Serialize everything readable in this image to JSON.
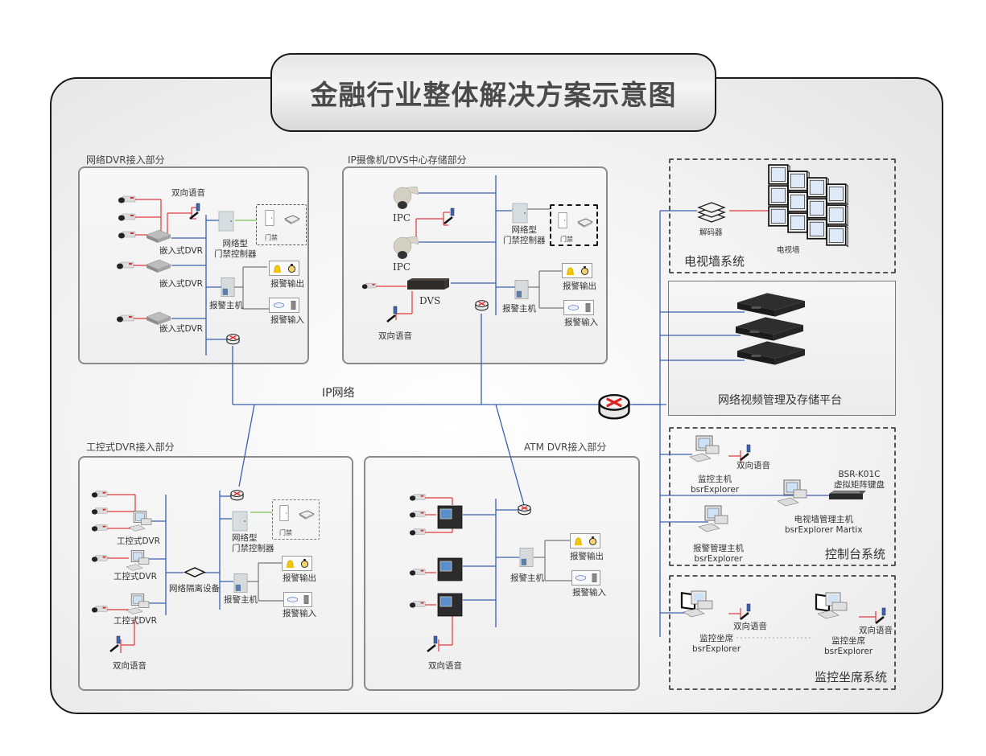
{
  "title": "金融行业整体解决方案示意图",
  "network_label": "IP网络",
  "sections": {
    "network_dvr": {
      "title": "网络DVR接入部分",
      "dvr_label": "嵌入式DVR",
      "intercom_label": "双向语音",
      "access_controller_line1": "网络型",
      "access_controller_line2": "门禁控制器",
      "door_label": "门禁",
      "alarm_host_label": "报警主机",
      "alarm_output_label": "报警输出",
      "alarm_input_label": "报警输入"
    },
    "ip_dvs": {
      "title": "IP摄像机/DVS中心存储部分",
      "ipc_label": "IPC",
      "dvs_label": "DVS",
      "intercom_label": "双向语音",
      "access_controller_line1": "网络型",
      "access_controller_line2": "门禁控制器",
      "door_label": "门禁",
      "alarm_host_label": "报警主机",
      "alarm_output_label": "报警输出",
      "alarm_input_label": "报警输入"
    },
    "industrial_dvr": {
      "title": "工控式DVR接入部分",
      "dvr_label": "工控式DVR",
      "isolation_label": "网络隔离设备",
      "intercom_label": "双向语音",
      "access_controller_line1": "网络型",
      "access_controller_line2": "门禁控制器",
      "door_label": "门禁",
      "alarm_host_label": "报警主机",
      "alarm_output_label": "报警输出",
      "alarm_input_label": "报警输入"
    },
    "atm_dvr": {
      "title": "ATM DVR接入部分",
      "intercom_label": "双向语音",
      "alarm_host_label": "报警主机",
      "alarm_output_label": "报警输出",
      "alarm_input_label": "报警输入"
    }
  },
  "right_column": {
    "tv_wall": {
      "title": "电视墙系统",
      "decoder_label": "解码器",
      "tv_wall_label": "电视墙"
    },
    "platform": {
      "title": "网络视频管理及存储平台"
    },
    "console": {
      "title": "控制台系统",
      "monitor_host_line1": "监控主机",
      "monitor_host_line2": "bsrExplorer",
      "intercom_label": "双向语音",
      "keyboard_line1": "BSR-K01C",
      "keyboard_line2": "虚拟矩阵键盘",
      "tvwall_host_line1": "电视墙管理主机",
      "tvwall_host_line2": "bsrExplorer Martix",
      "alarm_mgmt_line1": "报警管理主机",
      "alarm_mgmt_line2": "bsrExplorer"
    },
    "seats": {
      "title": "监控坐席系统",
      "seat_line1": "监控坐席",
      "seat_line2": "bsrExplorer",
      "intercom_label": "双向语音"
    }
  },
  "colors": {
    "network_line": "#3a5fb0",
    "video_line": "#e0393e",
    "access_line": "#7cc24a",
    "alarm_line": "#777777"
  }
}
